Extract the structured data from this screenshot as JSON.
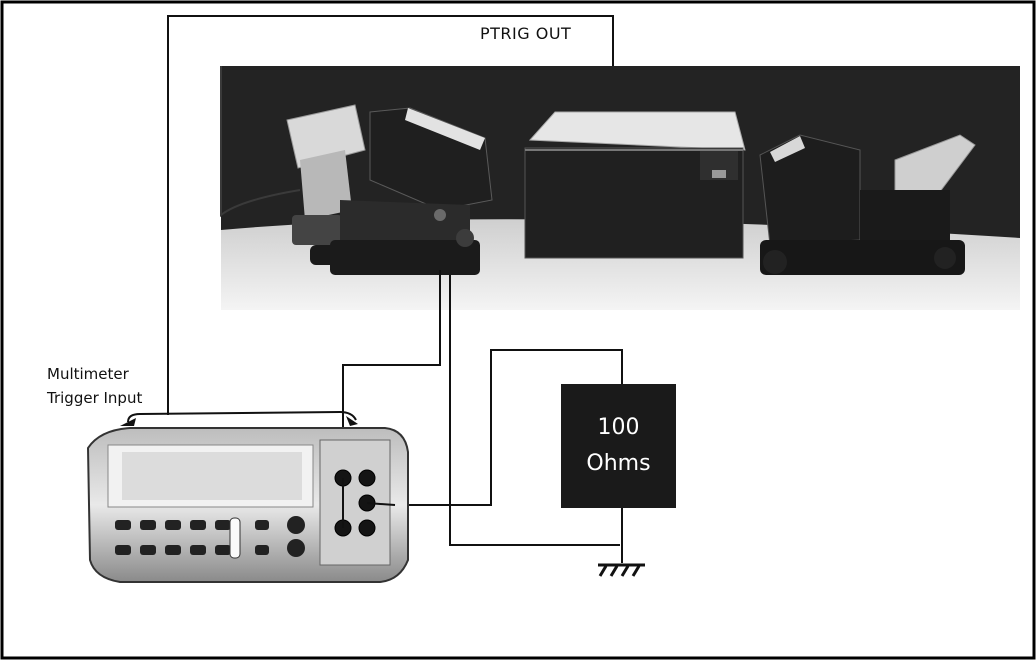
{
  "labels": {
    "ptrig_out": "PTRIG OUT",
    "multimeter_trigger_line1": "Multimeter",
    "multimeter_trigger_line2": "Trigger Input"
  },
  "resistor": {
    "value": "100",
    "unit": "Ohms"
  },
  "colors": {
    "wire": "#111111",
    "resistor_fill": "#1a1a1a",
    "resistor_text": "#ffffff",
    "photo_background": "#232323",
    "table_surface": "#e8e8e8",
    "frame": "#000000"
  }
}
